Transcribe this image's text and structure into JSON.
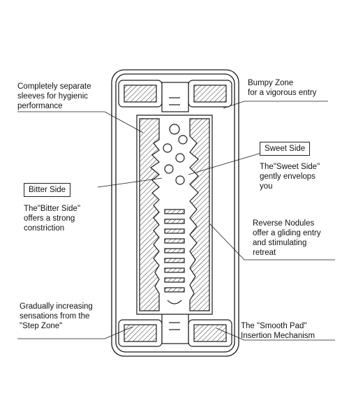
{
  "labels": {
    "separate_sleeves": "Completely separate\nsleeves for hygienic\nperformance",
    "bumpy_zone": "Bumpy Zone\nfor a vigorous entry",
    "sweet_side_tag": "Sweet Side",
    "sweet_side_desc": "The\"Sweet Side\"\ngently envelops\nyou",
    "bitter_side_tag": "Bitter Side",
    "bitter_side_desc": "The\"Bitter Side\"\noffers a strong\nconstriction",
    "reverse_nodules": "Reverse Nodules\noffer a gliding entry\nand stimulating\nretreat",
    "step_zone": "Gradually increasing\nsensations from the\n\"Step Zone\"",
    "smooth_pad": "The \"Smooth Pad\"\nInsertion Mechanism"
  },
  "colors": {
    "line": "#1a1a1a",
    "hatch": "#333333",
    "fill": "#ffffff"
  }
}
